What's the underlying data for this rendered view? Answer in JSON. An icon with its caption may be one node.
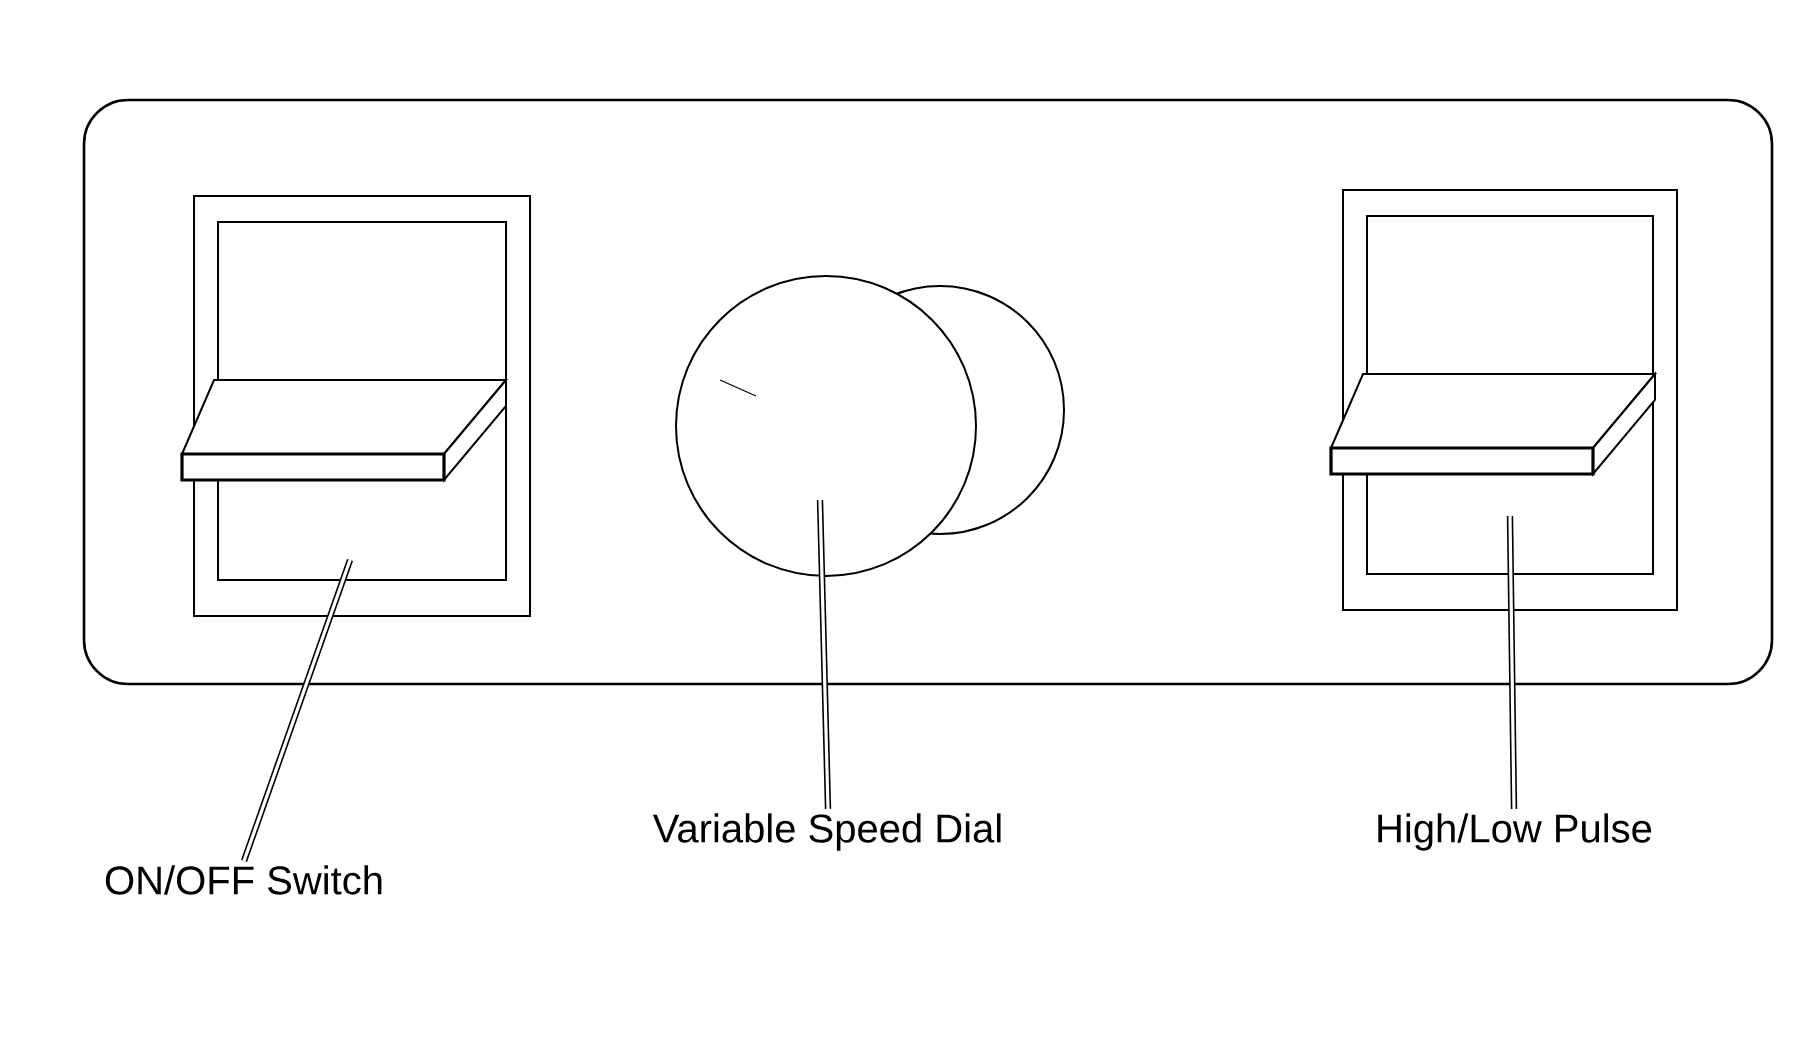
{
  "diagram": {
    "nodes": [
      {
        "text": [],
        "shape": "box"
      },
      {
        "text": [],
        "shape": "circle"
      },
      {
        "text": [],
        "shape": "box"
      },
      {
        "text": [
          "ON/OFF Switch"
        ]
      },
      {
        "text": [
          "Variable Speed Dial"
        ]
      },
      {
        "text": [
          "High/Low Pulse"
        ]
      }
    ],
    "edges": [
      {
        "from": 3,
        "to": 0,
        "arrow": "none"
      },
      {
        "from": 4,
        "to": 1,
        "arrow": "none"
      },
      {
        "from": 5,
        "to": 2,
        "arrow": "none"
      }
    ]
  }
}
